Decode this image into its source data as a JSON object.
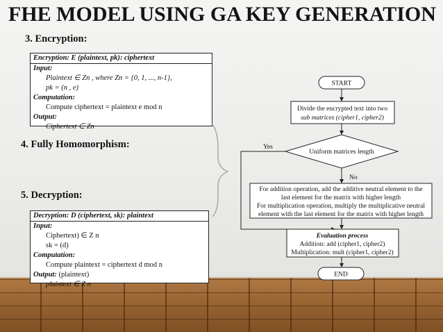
{
  "title": "FHE MODEL USING GA KEY GENERATION",
  "sections": {
    "encryption": "3. Encryption:",
    "homomorphism": "4. Fully Homomorphism:",
    "decryption": "5. Decryption:"
  },
  "encryption_box": {
    "header": "Encryption:   E (plaintext, pk): ciphertext",
    "input_label": "Input:",
    "input_line1": "Plaintext ∈ Zn ,    where Zn = {0, 1, ..., n-1},",
    "input_line2": "pk = (n , e)",
    "computation_label": "Computation:",
    "computation_line": "Compute ciphertext = plaintext e mod n",
    "output_label": "Output:",
    "output_line": "Ciphertext ∈ Zn"
  },
  "decryption_box": {
    "header": "Decryption:   D (ciphertext, sk): plaintext",
    "input_label": "Input:",
    "input_line1": "Ciphertext) ∈ Z n",
    "input_line2": "sk = (d)",
    "computation_label": "Computation:",
    "computation_line": "Compute plaintext = ciphertext d mod n",
    "output_label": "Output:",
    "output_value": "(plaintext)",
    "output_line": "plaintext ∈ Z n"
  },
  "flowchart": {
    "start": "START",
    "divide_line1": "Divide the encrypted text into two",
    "divide_line2": "sub matrices (cipher1, cipher2)",
    "decision": "Uniform matrices length",
    "yes": "Yes",
    "no": "No",
    "op_line1": "For addition operation, add the additive neutral element to the",
    "op_line2": "last element for the matrix with higher length",
    "op_line3": "For multiplication operation, multiply the multiplicative neutral",
    "op_line4": "element with the last element for the matrix with higher length",
    "eval_title": "Evaluation process",
    "eval_line1": "Addition: add (cipher1, cipher2)",
    "eval_line2": "Multiplication: mult (cipher1, cipher2)",
    "end": "END"
  }
}
